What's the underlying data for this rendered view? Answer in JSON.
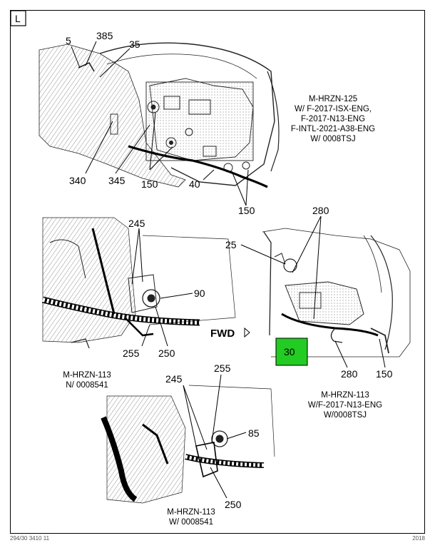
{
  "view_letter": "L",
  "fwd_label": "FWD",
  "highlight_color": "#22cc22",
  "callouts": {
    "c5": "5",
    "c385": "385",
    "c35": "35",
    "c340": "340",
    "c345": "345",
    "c150a": "150",
    "c40": "40",
    "c150b": "150",
    "c245a": "245",
    "c90": "90",
    "c255a": "255",
    "c250a": "250",
    "c280a": "280",
    "c25": "25",
    "c30": "30",
    "c280b": "280",
    "c150c": "150",
    "c245b": "245",
    "c255b": "255",
    "c85": "85",
    "c250b": "250"
  },
  "notes": {
    "top_right": [
      "M-HRZN-125",
      "W/ F-2017-ISX-ENG,",
      "F-2017-N13-ENG",
      "F-INTL-2021-A38-ENG",
      "W/ 0008TSJ"
    ],
    "middle_left": [
      "M-HRZN-113",
      "N/ 0008541"
    ],
    "middle_right": [
      "M-HRZN-113",
      "W/F-2017-N13-ENG",
      "W/0008TSJ"
    ],
    "bottom": [
      "M-HRZN-113",
      "W/ 0008541"
    ]
  },
  "footer": {
    "left": "294/30 3410 11",
    "right": "2018"
  }
}
